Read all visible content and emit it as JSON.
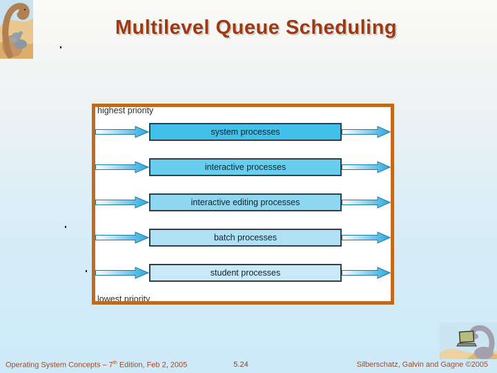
{
  "slide": {
    "title": "Multilevel Queue Scheduling",
    "title_color": "#9e3a12",
    "background_top": "#fbfaf6",
    "background_bottom": "#cdeaf8"
  },
  "diagram": {
    "top_label": "highest priority",
    "bottom_label": "lowest priority",
    "frame_color": "#bf6a1f",
    "box_border_color": "#333e46",
    "arrow_gradient_start": "#ffffff",
    "arrow_gradient_end": "#2ba7da",
    "arrow_outline": "#1a7cab",
    "queues": [
      {
        "label": "system processes",
        "color": "#41c0ea"
      },
      {
        "label": "interactive processes",
        "color": "#69cdee"
      },
      {
        "label": "interactive editing processes",
        "color": "#8ed7f1"
      },
      {
        "label": "batch processes",
        "color": "#afe0f4"
      },
      {
        "label": "student processes",
        "color": "#c9e9f8"
      }
    ]
  },
  "footer": {
    "left_pre": "Operating System Concepts – 7",
    "left_sup": "th",
    "left_post": " Edition, Feb 2, 2005",
    "page_number": "5.24",
    "right": "Silberschatz, Galvin and Gagne ©2005",
    "text_color": "#a04b28",
    "page_number_color": "#6e4437"
  },
  "icons": {
    "top_left": "dinosaur-storytime-logo",
    "bottom_right": "dinosaur-laptop-logo"
  }
}
